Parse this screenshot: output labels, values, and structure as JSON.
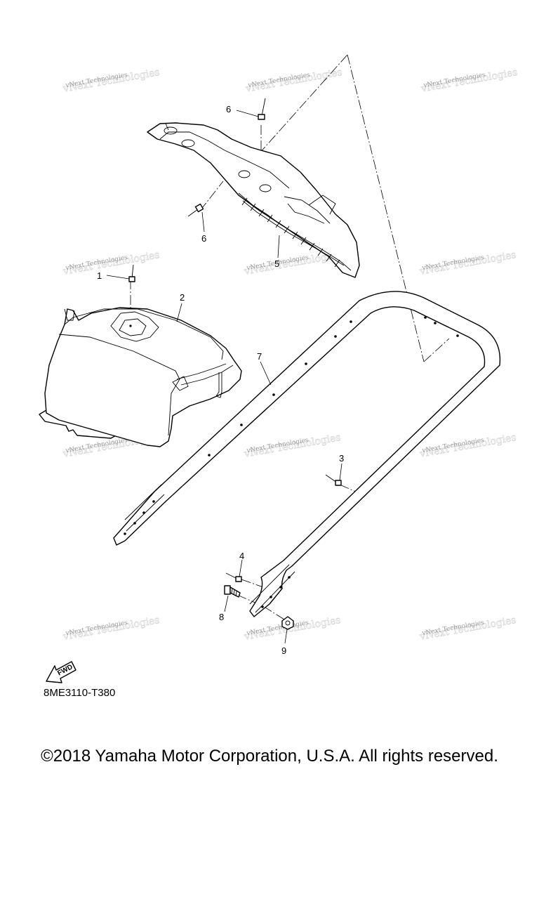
{
  "diagram": {
    "code": "8ME3110-T380",
    "fwd_label": "FWD",
    "callouts": [
      "1",
      "2",
      "3",
      "4",
      "5",
      "6",
      "6",
      "7",
      "8",
      "9"
    ],
    "watermark": "vNext Technologies"
  },
  "footer": {
    "copyright": "©2018 Yamaha Motor Corporation, U.S.A. All rights reserved."
  }
}
